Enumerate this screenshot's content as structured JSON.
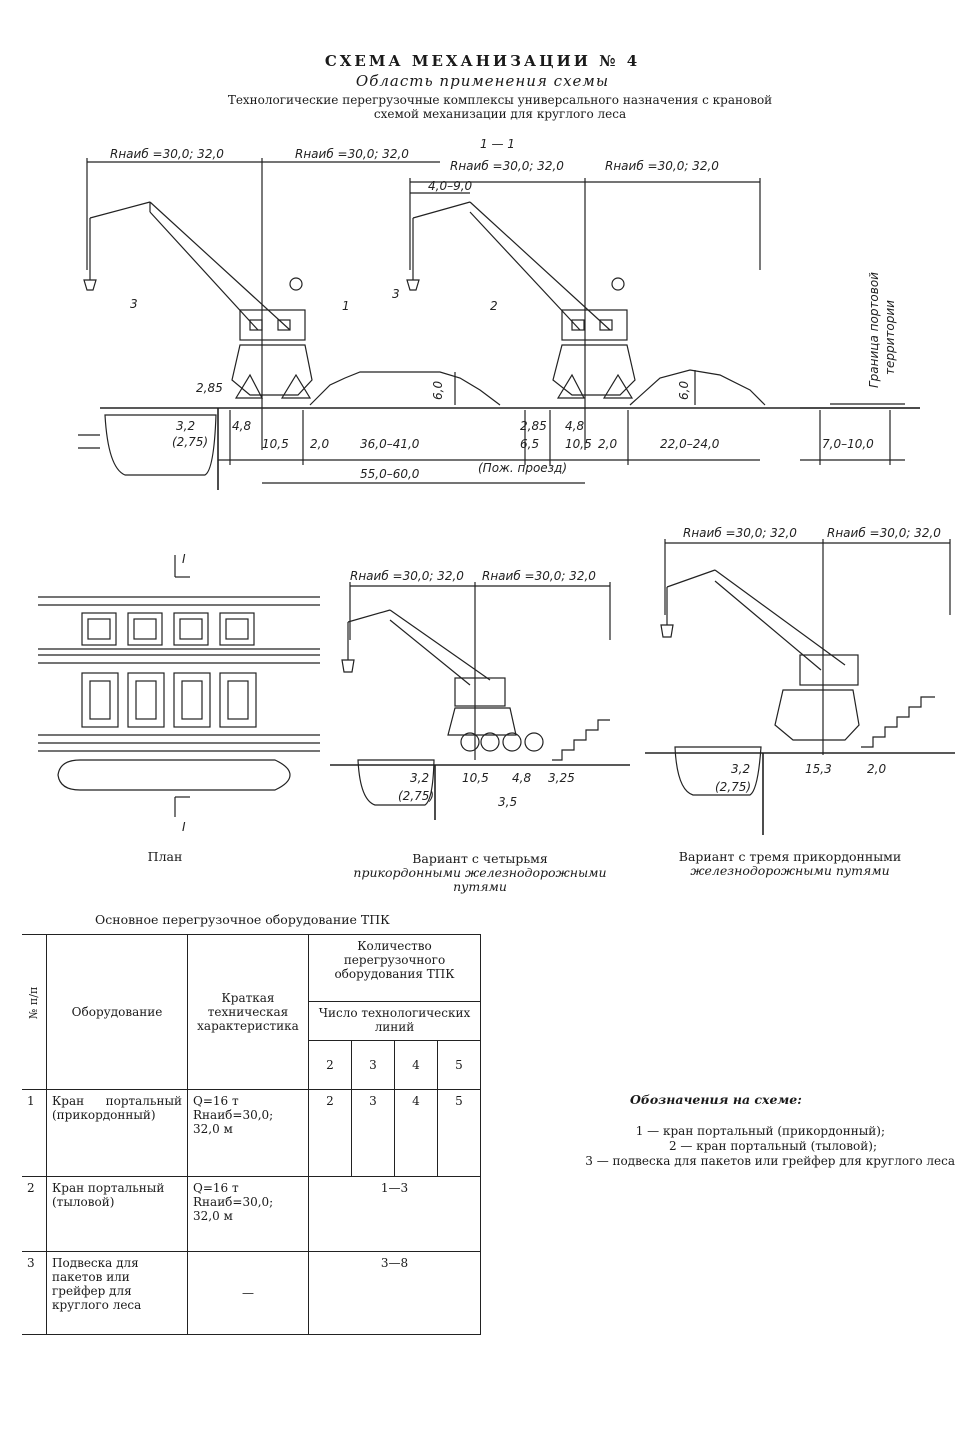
{
  "header": {
    "title": "СХЕМА МЕХАНИЗАЦИИ № 4",
    "subtitle": "Область применения схемы",
    "description_line1": "Технологические перегрузочные комплексы универсального назначения с крановой",
    "description_line2": "схемой механизации для круглого леса"
  },
  "main_section": {
    "radius_label": "Rнаиб =30,0; 32,0",
    "section_mark": "1 — 1",
    "dim_4_9": "4,0–9,0",
    "crane1_num": "1",
    "crane2_num": "2",
    "grab_num": "3",
    "boundary_label_1": "Граница портовой",
    "boundary_label_2": "территории",
    "h_2_85": "2,85",
    "h_3_2": "3,2",
    "h_2_75": "(2,75)",
    "d_4_8": "4,8",
    "d_10_5": "10,5",
    "d_2_0": "2,0",
    "d_36_41": "36,0–41,0",
    "d_6_5": "6,5",
    "d_22_24": "22,0–24,0",
    "d_7_10": "7,0–10,0",
    "d_55_60": "55,0–60,0",
    "fire_road": "(Пож. проезд)",
    "stack_h": "6,0"
  },
  "plan": {
    "caption": "План",
    "section_label": "I"
  },
  "variant4": {
    "caption_line1": "Вариант с четырьмя",
    "caption_line2": "прикордонными железнодорожными",
    "caption_line3": "путями",
    "d_3_2": "3,2",
    "d_2_75": "(2,75)",
    "d_10_5": "10,5",
    "d_4_8": "4,8",
    "d_3_25": "3,25",
    "d_3_5": "3,5"
  },
  "variant3": {
    "caption_line1": "Вариант с тремя прикордонными",
    "caption_line2": "железнодорожными путями",
    "d_3_2": "3,2",
    "d_2_75": "(2,75)",
    "d_15_3": "15,3",
    "d_2_0": "2,0"
  },
  "table": {
    "title": "Основное перегрузочное оборудование ТПК",
    "col_num": "№ п/п",
    "col_equipment": "Оборудование",
    "col_spec": "Краткая техническая характеристика",
    "col_qty": "Количество перегрузочного оборудования ТПК",
    "col_lines": "Число технологических линий",
    "line_counts": [
      "2",
      "3",
      "4",
      "5"
    ],
    "rows": [
      {
        "num": "1",
        "equipment": "Кран портальный (прикордонный)",
        "spec": "Q=16 т Rнаиб=30,0; 32,0 м",
        "q": [
          "2",
          "3",
          "4",
          "5"
        ]
      },
      {
        "num": "2",
        "equipment": "Кран портальный (тыловой)",
        "spec": "Q=16 т Rнаиб=30,0; 32,0 м",
        "q_merged": "1—3"
      },
      {
        "num": "3",
        "equipment": "Подвеска для пакетов или грейфер для круглого леса",
        "spec": "—",
        "q_merged": "3—8"
      }
    ]
  },
  "legend": {
    "title": "Обозначения на схеме:",
    "item1": "1 — кран портальный (прикордонный);",
    "item2": "2 — кран портальный (тыловой);",
    "item3": "3 — подвеска для пакетов или грейфер для круглого леса"
  }
}
